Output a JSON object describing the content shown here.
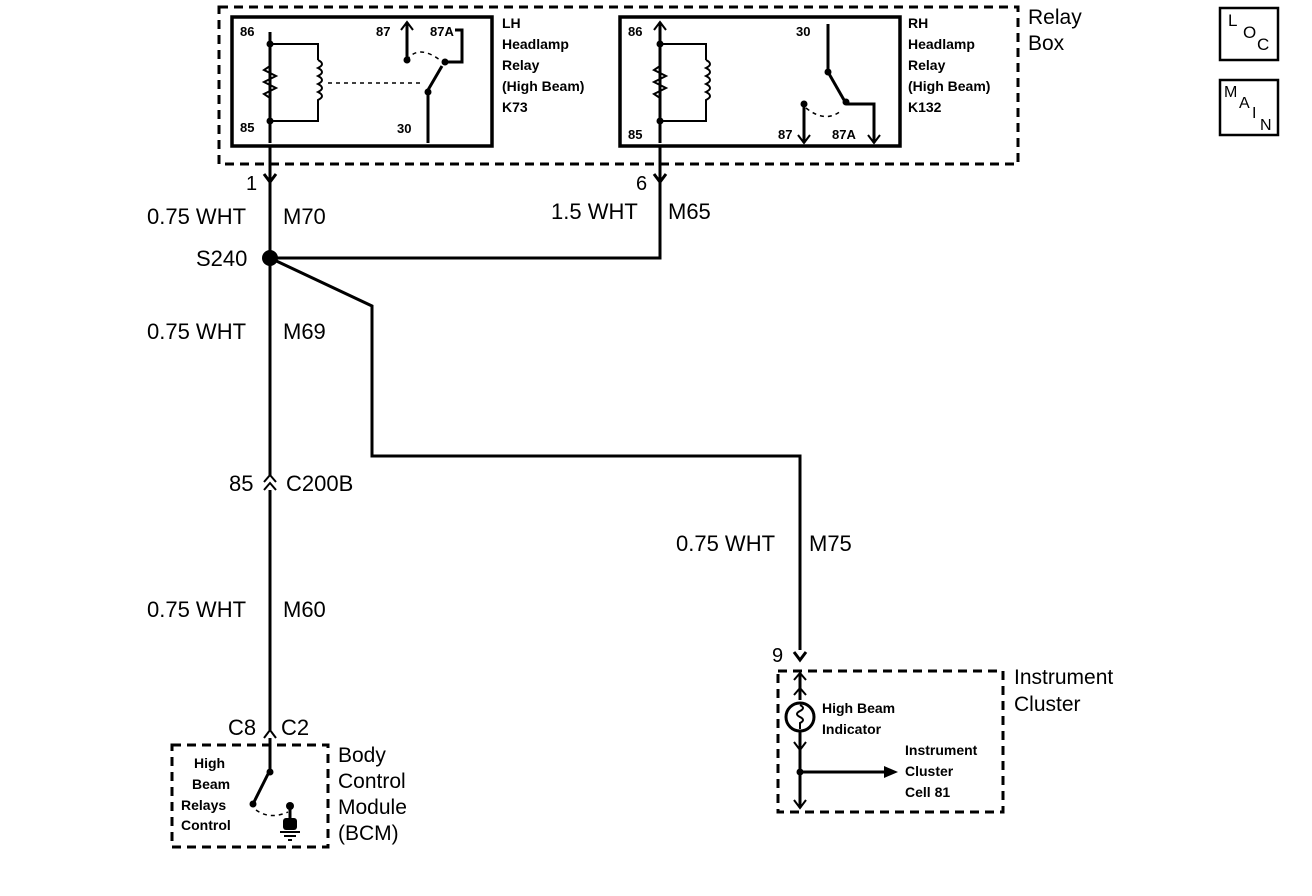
{
  "relay_box": {
    "title": "Relay Box"
  },
  "lh_relay": {
    "label": [
      "LH",
      "Headlamp",
      "Relay",
      "(High Beam)",
      "K73"
    ],
    "pins": {
      "p86": "86",
      "p85": "85",
      "p87": "87",
      "p87a": "87A",
      "p30": "30"
    }
  },
  "rh_relay": {
    "label": [
      "RH",
      "Headlamp",
      "Relay",
      "(High Beam)",
      "K132"
    ],
    "pins": {
      "p86": "86",
      "p85": "85",
      "p87": "87",
      "p87a": "87A",
      "p30": "30"
    }
  },
  "connectors": {
    "relay_box_pin1": "1",
    "relay_box_pin6": "6",
    "c200b_pin": "85",
    "c200b_name": "C200B",
    "bcm_pin": "C8",
    "bcm_conn": "C2",
    "ic_pin": "9"
  },
  "splice": {
    "name": "S240"
  },
  "wires": {
    "m70": {
      "gauge": "0.75 WHT",
      "circuit": "M70"
    },
    "m65": {
      "gauge": "1.5 WHT",
      "circuit": "M65"
    },
    "m69": {
      "gauge": "0.75 WHT",
      "circuit": "M69"
    },
    "m60": {
      "gauge": "0.75 WHT",
      "circuit": "M60"
    },
    "m75": {
      "gauge": "0.75 WHT",
      "circuit": "M75"
    }
  },
  "bcm": {
    "title": [
      "Body",
      "Control",
      "Module",
      "(BCM)"
    ],
    "inner": [
      "High",
      "Beam",
      "Relays",
      "Control"
    ]
  },
  "instrument_cluster": {
    "title": [
      "Instrument",
      "Cluster"
    ],
    "indicator": [
      "High Beam",
      "Indicator"
    ],
    "cell": [
      "Instrument",
      "Cluster",
      "Cell 81"
    ]
  },
  "badges": {
    "loc": [
      "L",
      "O",
      "C"
    ],
    "main": [
      "M",
      "A",
      "I",
      "N"
    ]
  }
}
